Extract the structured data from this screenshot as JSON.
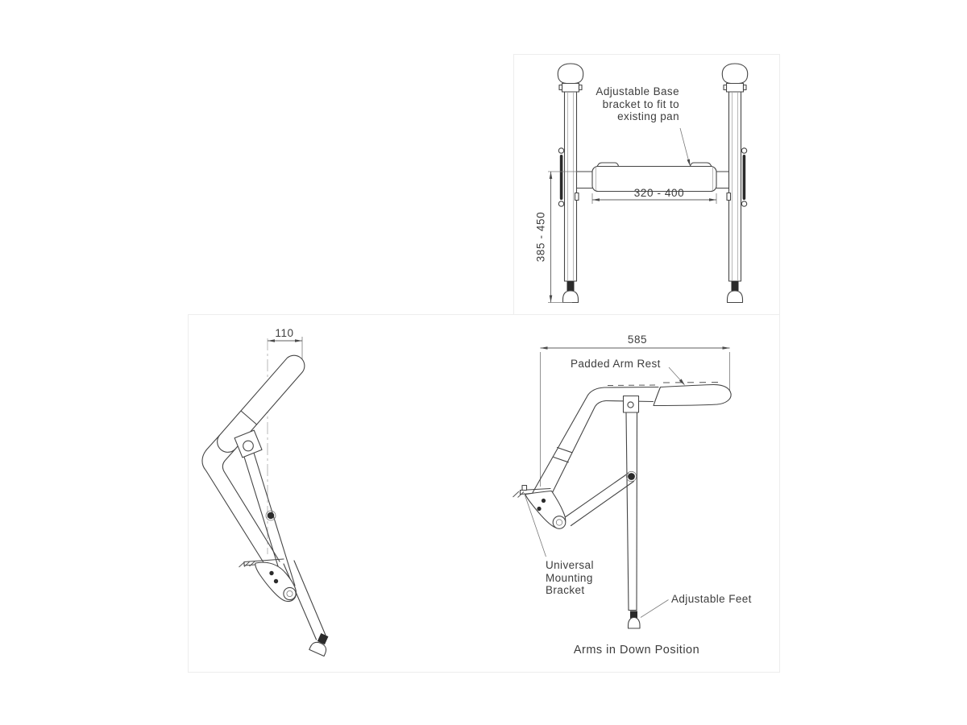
{
  "front_view": {
    "annotation": "Adjustable Base\nbracket to fit to\nexisting pan",
    "width_dim": "320 - 400",
    "height_dim": "385 - 450"
  },
  "arm_up_view": {
    "width_dim": "110"
  },
  "arm_down_view": {
    "depth_dim": "585",
    "armrest_label": "Padded Arm Rest",
    "bracket_label": "Universal\nMounting\nBracket",
    "feet_label": "Adjustable Feet",
    "caption": "Arms in Down Position"
  },
  "colors": {
    "line": "#454545",
    "text": "#3d3d3d",
    "panel_border": "#ededed",
    "background": "#ffffff"
  }
}
